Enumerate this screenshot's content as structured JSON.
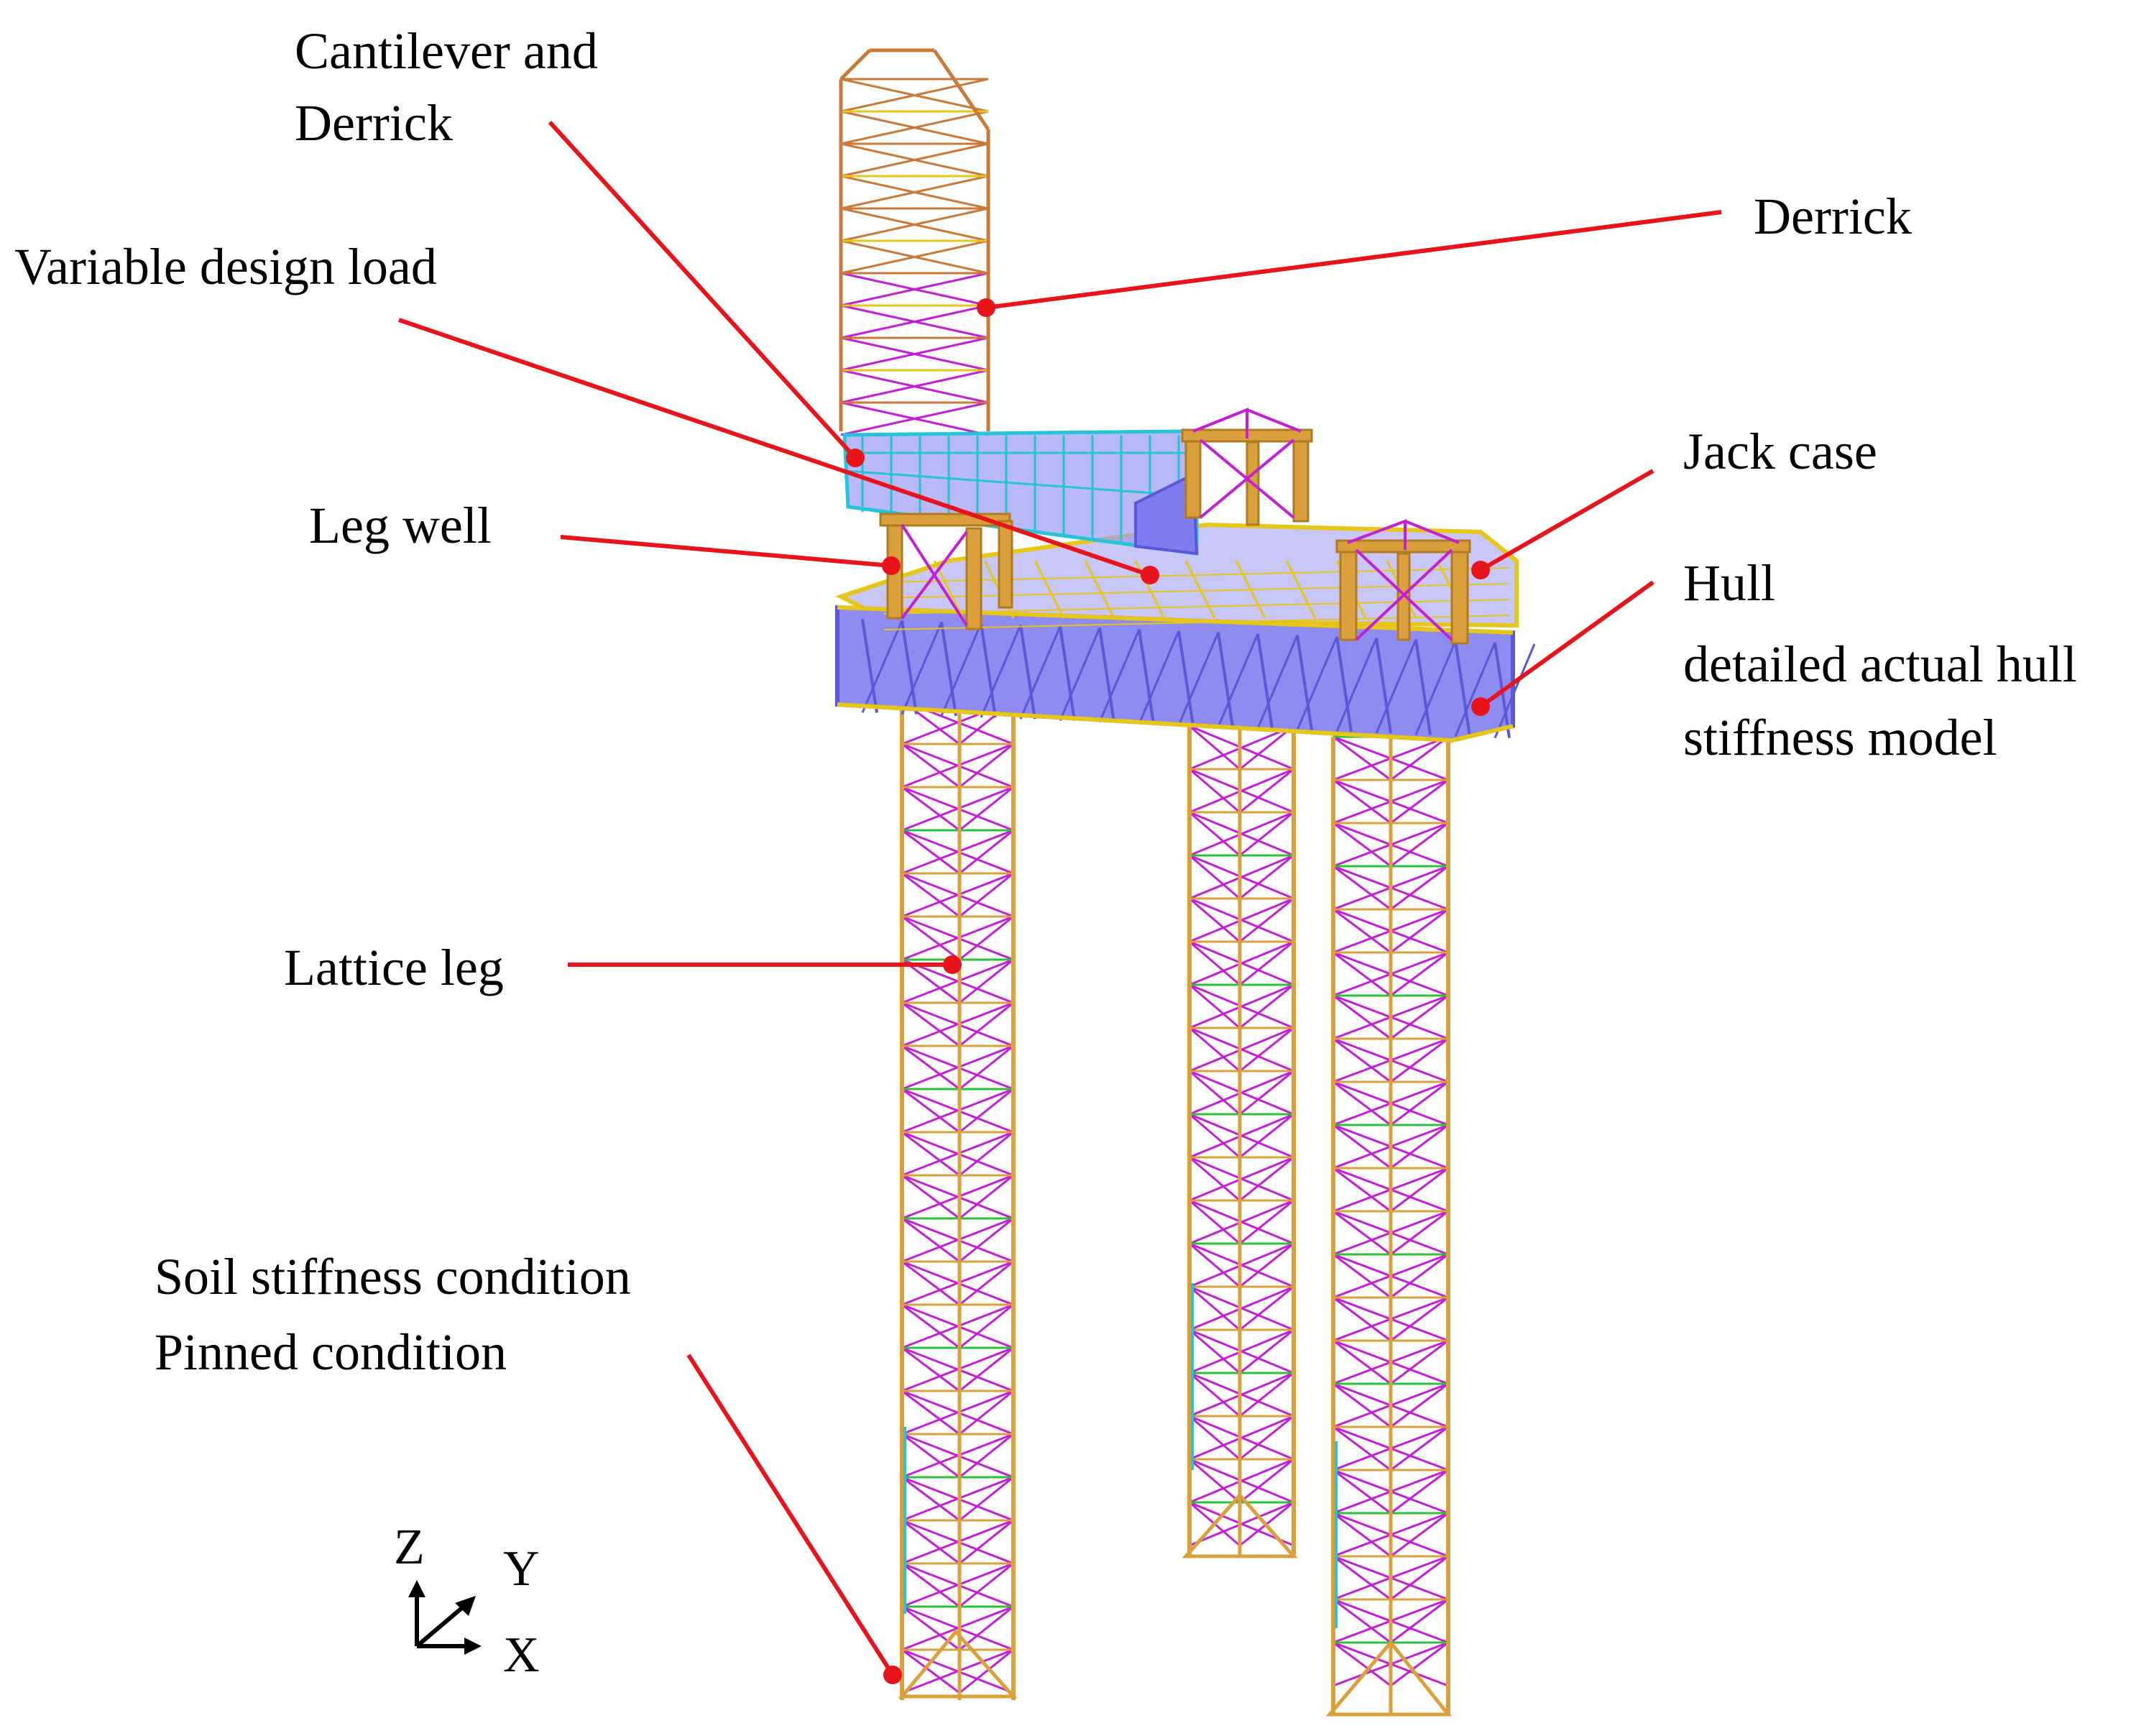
{
  "labels": {
    "cantilever_derrick_1": "Cantilever and",
    "cantilever_derrick_2": "Derrick",
    "derrick": "Derrick",
    "variable_design_load": "Variable design load",
    "jack_case": "Jack case",
    "leg_well": "Leg well",
    "hull_1": "Hull",
    "hull_2": "detailed actual hull",
    "hull_3": "stiffness model",
    "lattice_leg": "Lattice leg",
    "soil_1": "Soil stiffness condition",
    "soil_2": "Pinned condition"
  },
  "axes": {
    "z": "Z",
    "y": "Y",
    "x": "X"
  },
  "colors": {
    "leader": "#e8141b",
    "chord": "#d9a03c",
    "brace": "#c21fd6",
    "derrick": "#c97a3a",
    "hull_fill": "#8e8cf0",
    "hull_edge": "#5a57d8",
    "deck_yellow": "#e6c619",
    "cyan": "#27c3d6",
    "green": "#2ec13a"
  }
}
